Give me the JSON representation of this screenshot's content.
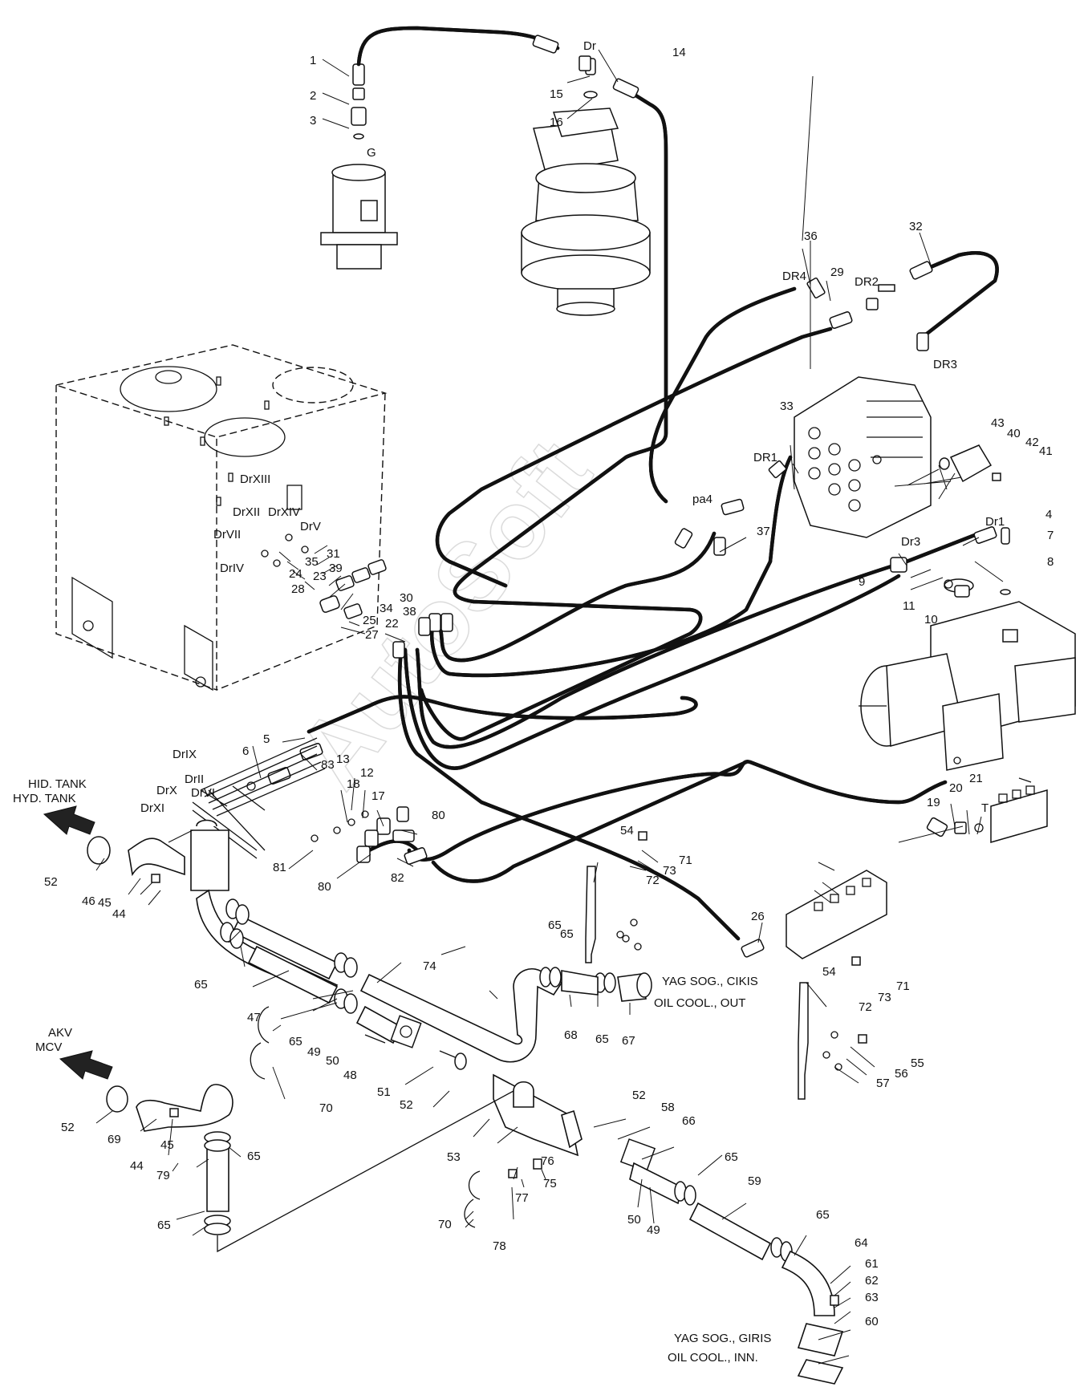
{
  "watermark": "AutoSoft",
  "notes": {
    "hid_tank": "HID. TANK",
    "hyd_tank": "HYD. TANK",
    "akv": "AKV",
    "mcv": "MCV",
    "oil_cool_out_tr": "YAG SOG., CIKIS",
    "oil_cool_out_en": "OIL COOL., OUT",
    "oil_cool_in_tr": "YAG SOG., GIRIS",
    "oil_cool_in_en": "OIL COOL., INN."
  },
  "ports": {
    "g": "G",
    "dr": "Dr",
    "dr4": "DR4",
    "dr2": "DR2",
    "dr3_upper": "DR3",
    "dr1_upper": "DR1",
    "pa4": "pa4",
    "dr1_pump": "Dr1",
    "dr3_pump": "Dr3",
    "t": "T",
    "drxiii": "DrXIII",
    "drxii": "DrXII",
    "drxiv": "DrXIV",
    "drv": "DrV",
    "drvii": "DrVII",
    "driv": "DrIV",
    "drix": "DrIX",
    "drx": "DrX",
    "drii": "DrII",
    "drvi": "DrVI",
    "drxi": "DrXI"
  },
  "callouts": {
    "c1": "1",
    "c2": "2",
    "c3": "3",
    "c4": "4",
    "c5": "5",
    "c6": "6",
    "c7": "7",
    "c8": "8",
    "c9": "9",
    "c10": "10",
    "c11": "11",
    "c12": "12",
    "c13": "13",
    "c14": "14",
    "c15": "15",
    "c16": "16",
    "c17": "17",
    "c18": "18",
    "c19": "19",
    "c20": "20",
    "c21": "21",
    "c22": "22",
    "c23": "23",
    "c24": "24",
    "c25": "25",
    "c26": "26",
    "c27": "27",
    "c28": "28",
    "c29": "29",
    "c30": "30",
    "c31": "31",
    "c32": "32",
    "c33": "33",
    "c34": "34",
    "c35": "35",
    "c36": "36",
    "c37": "37",
    "c38": "38",
    "c39": "39",
    "c40": "40",
    "c41": "41",
    "c42": "42",
    "c43": "43",
    "c44a": "44",
    "c44b": "44",
    "c45a": "45",
    "c45b": "45",
    "c46": "46",
    "c47": "47",
    "c48": "48",
    "c49a": "49",
    "c49b": "49",
    "c50a": "50",
    "c50b": "50",
    "c51": "51",
    "c52a": "52",
    "c52b": "52",
    "c52c": "52",
    "c52d": "52",
    "c53": "53",
    "c54a": "54",
    "c54b": "54",
    "c55": "55",
    "c56": "56",
    "c57": "57",
    "c58": "58",
    "c59": "59",
    "c60": "60",
    "c61": "61",
    "c62": "62",
    "c63": "63",
    "c64": "64",
    "c65a": "65",
    "c65b": "65",
    "c65c": "65",
    "c65d": "65",
    "c65e": "65",
    "c65f": "65",
    "c65g": "65",
    "c65h": "65",
    "c65i": "65",
    "c66": "66",
    "c67": "67",
    "c68": "68",
    "c69": "69",
    "c70a": "70",
    "c70b": "70",
    "c71a": "71",
    "c71b": "71",
    "c72a": "72",
    "c72b": "72",
    "c73a": "73",
    "c73b": "73",
    "c74": "74",
    "c75": "75",
    "c76": "76",
    "c77": "77",
    "c78": "78",
    "c79": "79",
    "c80a": "80",
    "c80b": "80",
    "c81": "81",
    "c82": "82",
    "c83": "83"
  }
}
